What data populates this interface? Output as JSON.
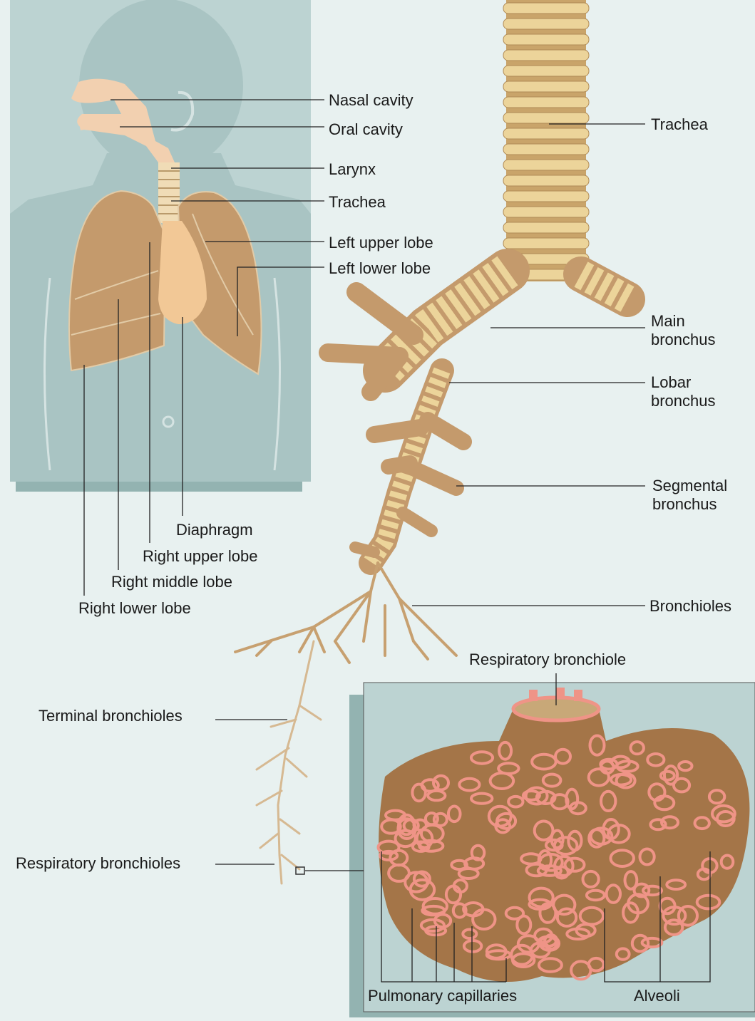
{
  "labels": {
    "nasal_cavity": "Nasal cavity",
    "oral_cavity": "Oral cavity",
    "larynx": "Larynx",
    "trachea_body": "Trachea",
    "left_upper_lobe": "Left upper lobe",
    "left_lower_lobe": "Left lower lobe",
    "diaphragm": "Diaphragm",
    "right_upper_lobe": "Right upper lobe",
    "right_middle_lobe": "Right middle lobe",
    "right_lower_lobe": "Right lower lobe",
    "trachea": "Trachea",
    "main_bronchus_1": "Main",
    "main_bronchus_2": "bronchus",
    "lobar_bronchus_1": "Lobar",
    "lobar_bronchus_2": "bronchus",
    "segmental_bronchus_1": "Segmental",
    "segmental_bronchus_2": "bronchus",
    "bronchioles": "Bronchioles",
    "respiratory_bronchiole": "Respiratory bronchiole",
    "terminal_bronchioles": "Terminal bronchioles",
    "respiratory_bronchioles": "Respiratory bronchioles",
    "pulmonary_capillaries": "Pulmonary capillaries",
    "alveoli": "Alveoli"
  },
  "colors": {
    "background": "#e8f1f0",
    "panel": "#bcd3d2",
    "panel_shadow": "#93b3b1",
    "lung": "#c49a6c",
    "heart": "#f2c896",
    "trachea_ring": "#ecd49a",
    "bronchus": "#d7b27a",
    "alveoli_tissue": "#a47548",
    "capillary": "#ef9487"
  }
}
